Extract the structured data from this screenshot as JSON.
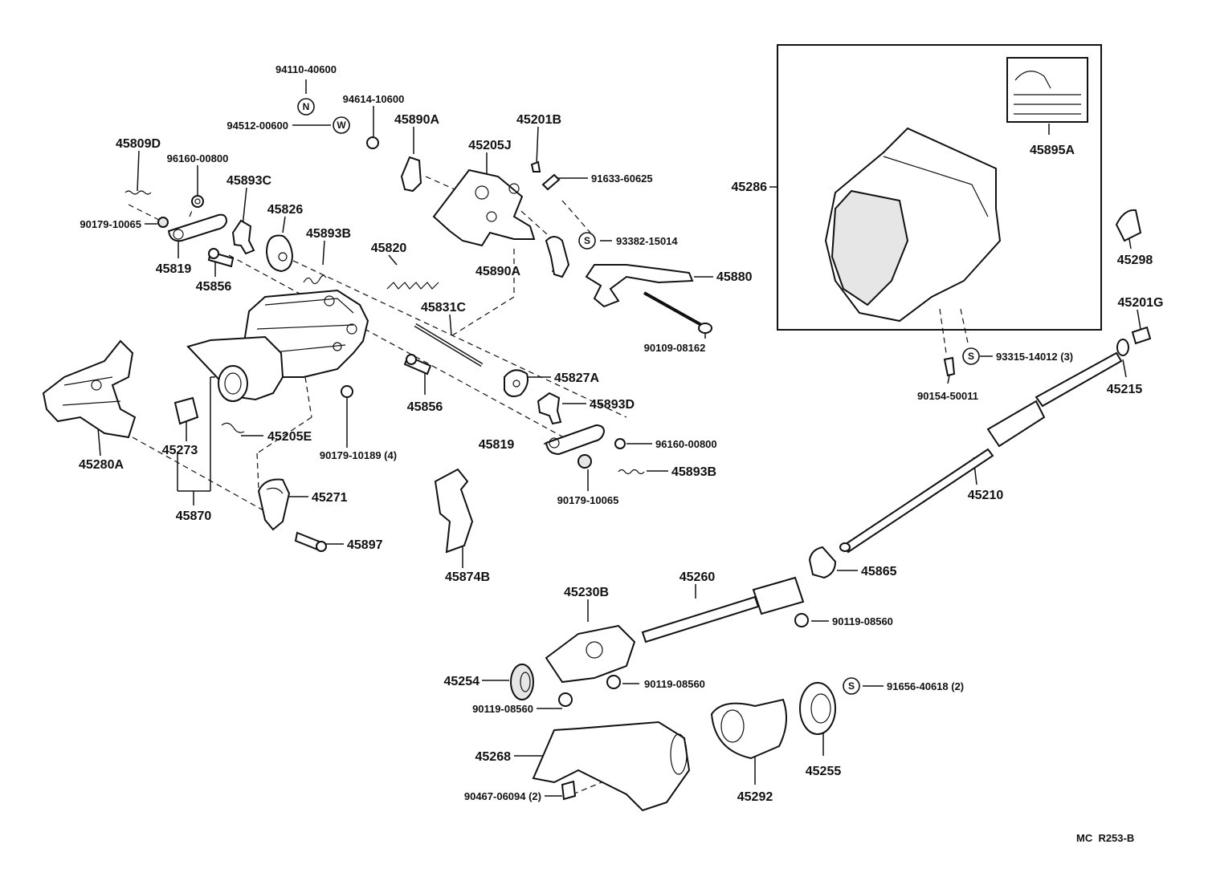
{
  "labels": {
    "p94110_40600": "94110-40600",
    "p94512_00600": "94512-00600",
    "p94614_10600": "94614-10600",
    "p45890A_top": "45890A",
    "p45201B": "45201B",
    "p45205J": "45205J",
    "p91633_60625": "91633-60625",
    "p45809D": "45809D",
    "p96160_00800_top": "96160-00800",
    "p45893C": "45893C",
    "p90179_10065_left": "90179-10065",
    "p45826": "45826",
    "p45893B_top": "45893B",
    "p45820": "45820",
    "p45819_left": "45819",
    "p45856_left": "45856",
    "p93382_15014": "93382-15014",
    "p45890A_mid": "45890A",
    "p45880": "45880",
    "p45831C": "45831C",
    "p90109_08162": "90109-08162",
    "p45827A": "45827A",
    "p45856_mid": "45856",
    "p45893D": "45893D",
    "p45205E": "45205E",
    "p90179_10189": "90179-10189 (4)",
    "p45819_mid": "45819",
    "p96160_00800_mid": "96160-00800",
    "p45893B_mid": "45893B",
    "p90179_10065_mid": "90179-10065",
    "p45280A": "45280A",
    "p45273": "45273",
    "p45271": "45271",
    "p45870": "45870",
    "p45897": "45897",
    "p45874B": "45874B",
    "p45286": "45286",
    "p45895A": "45895A",
    "p45298": "45298",
    "p45201G": "45201G",
    "p93315_14012": "93315-14012 (3)",
    "p45215": "45215",
    "p90154_50011": "90154-50011",
    "p45210": "45210",
    "p45865": "45865",
    "p45260": "45260",
    "p45230B": "45230B",
    "p90119_08560_a": "90119-08560",
    "p90119_08560_b": "90119-08560",
    "p90119_08560_c": "90119-08560",
    "p45254": "45254",
    "p91656_40618": "91656-40618 (2)",
    "p45268": "45268",
    "p90467_06094": "90467-06094 (2)",
    "p45292": "45292",
    "p45255": "45255",
    "diagram_code": "MC  R253-B"
  },
  "symbols": {
    "n": "N",
    "w": "W",
    "s": "S"
  }
}
